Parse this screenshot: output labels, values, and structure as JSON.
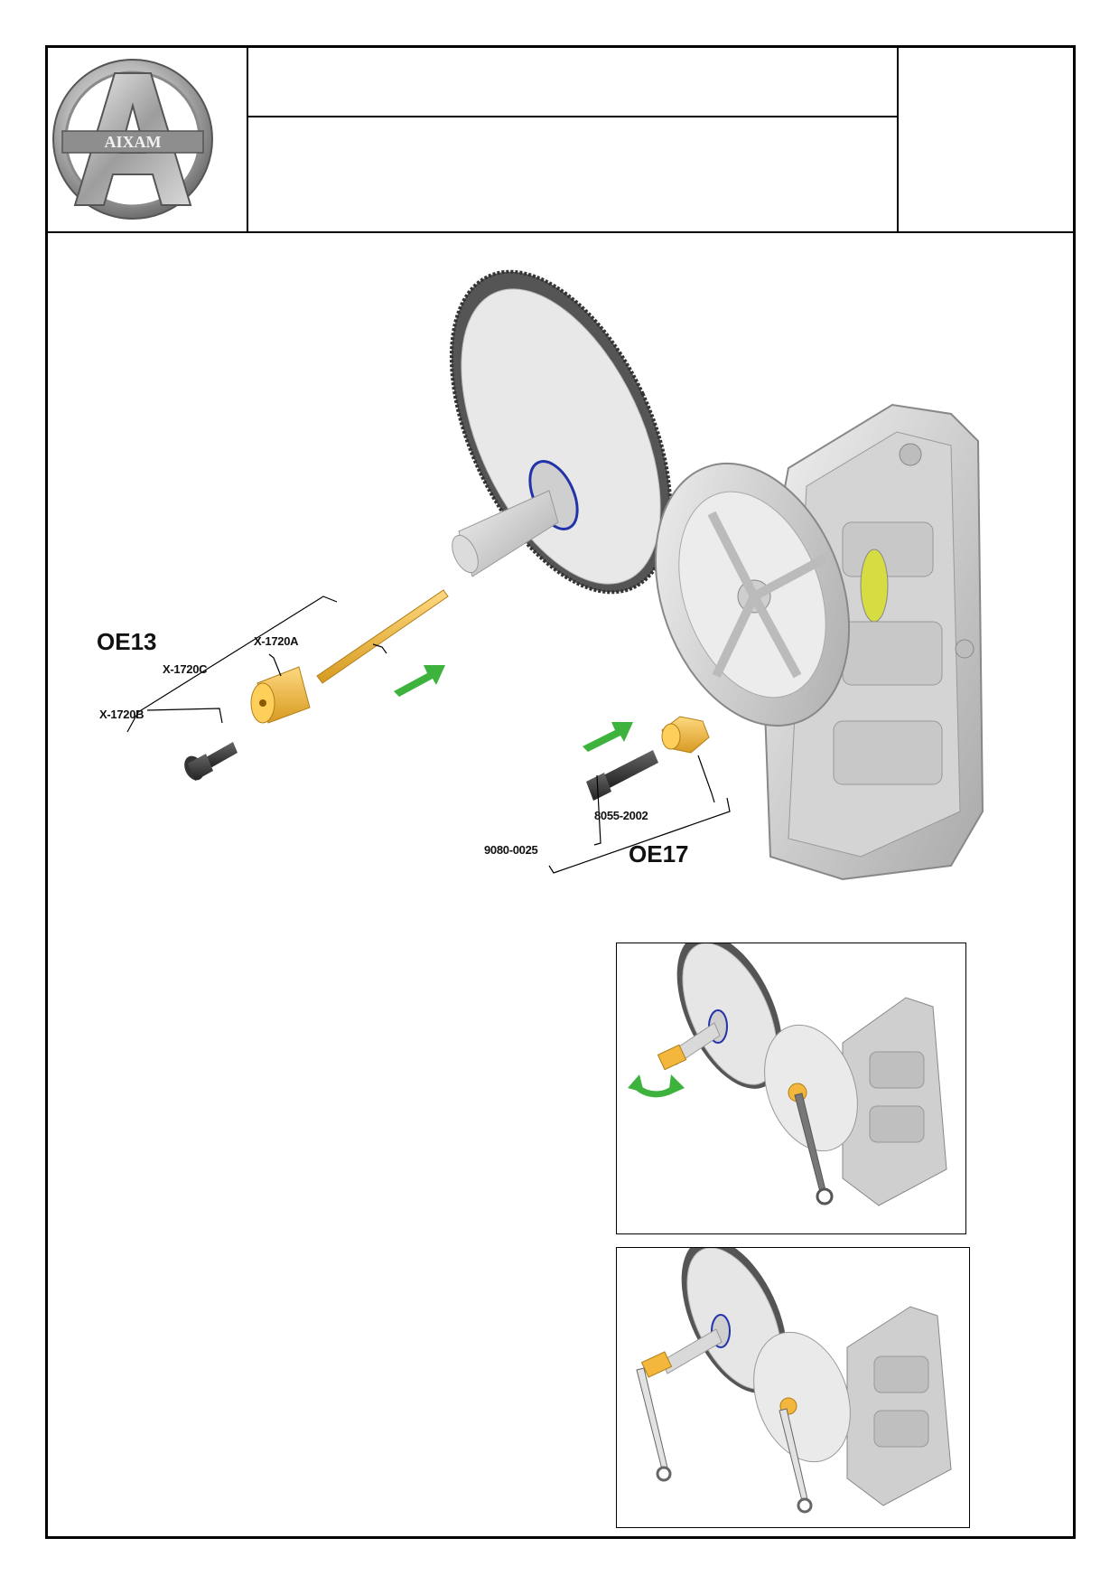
{
  "header": {
    "logo": {
      "brand": "AIXAM",
      "icon": "aixam-logo-icon"
    },
    "title_line_1": "",
    "title_line_2": "",
    "reference": ""
  },
  "main_figure": {
    "kits": [
      {
        "name": "OE13",
        "parts": [
          "X-1720A",
          "X-1720C",
          "X-1720B"
        ]
      },
      {
        "name": "OE17",
        "parts": [
          "8055-2002",
          "9080-0025"
        ]
      }
    ],
    "arrow_color": "#3db33d",
    "tool_color": "#f2b73c"
  },
  "detail_images": [
    {
      "name": "loosen-step",
      "icon": "rotate-arrow-icon"
    },
    {
      "name": "hold-step",
      "icon": "spanner-icon"
    }
  ]
}
